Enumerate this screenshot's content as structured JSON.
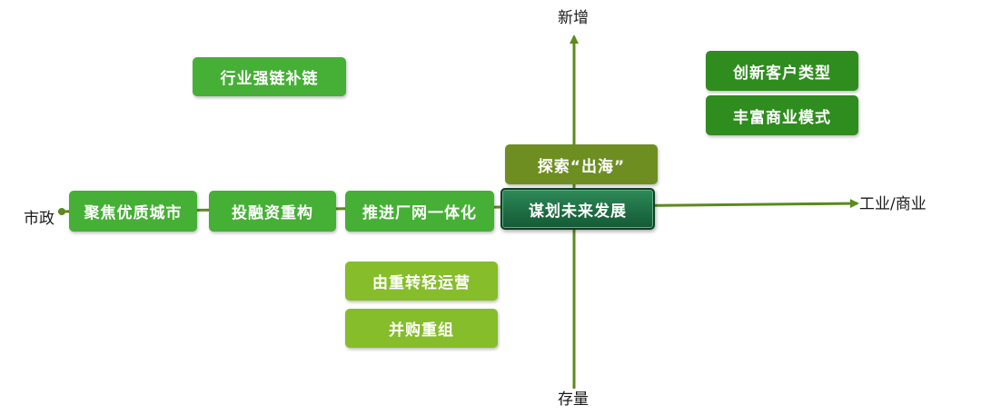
{
  "axes": {
    "top": "新增",
    "bottom": "存量",
    "left": "市政",
    "right": "工业/商业",
    "color": "#5c8a1e"
  },
  "boxes": {
    "industry_chain": "行业强链补链",
    "customer_types": "创新客户类型",
    "business_models": "丰富商业模式",
    "overseas": "探索“出海”",
    "quality_cities": "聚焦优质城市",
    "investment_restructure": "投融资重构",
    "plant_network": "推进厂网一体化",
    "future_plan": "谋划未来发展",
    "asset_light": "由重转轻运营",
    "mna": "并购重组"
  },
  "colors": {
    "bright_green": "#45b035",
    "lime_green": "#86bd2a",
    "olive_green": "#6e8e22",
    "forest_green": "#2f8c1e",
    "dark_green": "#1e6e44"
  }
}
